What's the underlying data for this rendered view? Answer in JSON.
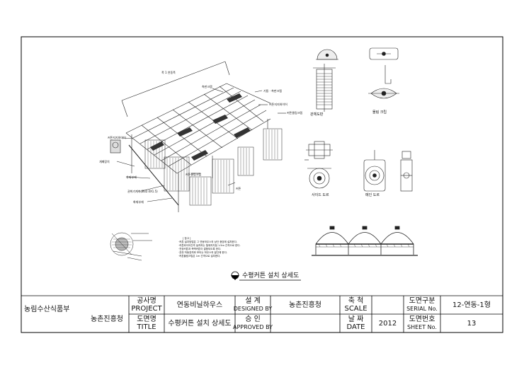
{
  "drawing": {
    "main_title": "수평커튼 설치 상세도",
    "detail_labels": {
      "purlin_detail": "관체도판",
      "bearing_clamp": "물림 크립",
      "side_pulley": "사이드 도르",
      "main_pulley": "메인 도르"
    },
    "callouts": [
      "연결부재",
      "권취모터",
      "커튼지지와이어",
      "권취기",
      "측벽가림",
      "권취기계축",
      "커튼",
      "커튼지지와이어",
      "커튼물림크립"
    ]
  },
  "title_block": {
    "ministry": "농림수산식품부",
    "agency": "농촌진흥청",
    "project_ko": "공사명",
    "project_en": "PROJECT",
    "project_value": "연동비닐하우스",
    "title_ko": "도면명",
    "title_en": "TITLE",
    "title_value": "수평커튼 설치 상세도",
    "designed_ko": "설 계",
    "designed_en": "DESIGNED BY",
    "designed_value": "농촌진흥청",
    "approved_ko": "승 인",
    "approved_en": "APPROVED BY",
    "approved_value": "",
    "scale_ko": "축 척",
    "scale_en": "SCALE",
    "scale_value": "",
    "date_ko": "날 짜",
    "date_en": "DATE",
    "date_value": "2012",
    "serial_ko": "도면구분",
    "serial_en": "SERIAL No.",
    "serial_value": "12-연동-1형",
    "sheet_ko": "도면번호",
    "sheet_en": "SHEET No.",
    "sheet_value": "13"
  }
}
